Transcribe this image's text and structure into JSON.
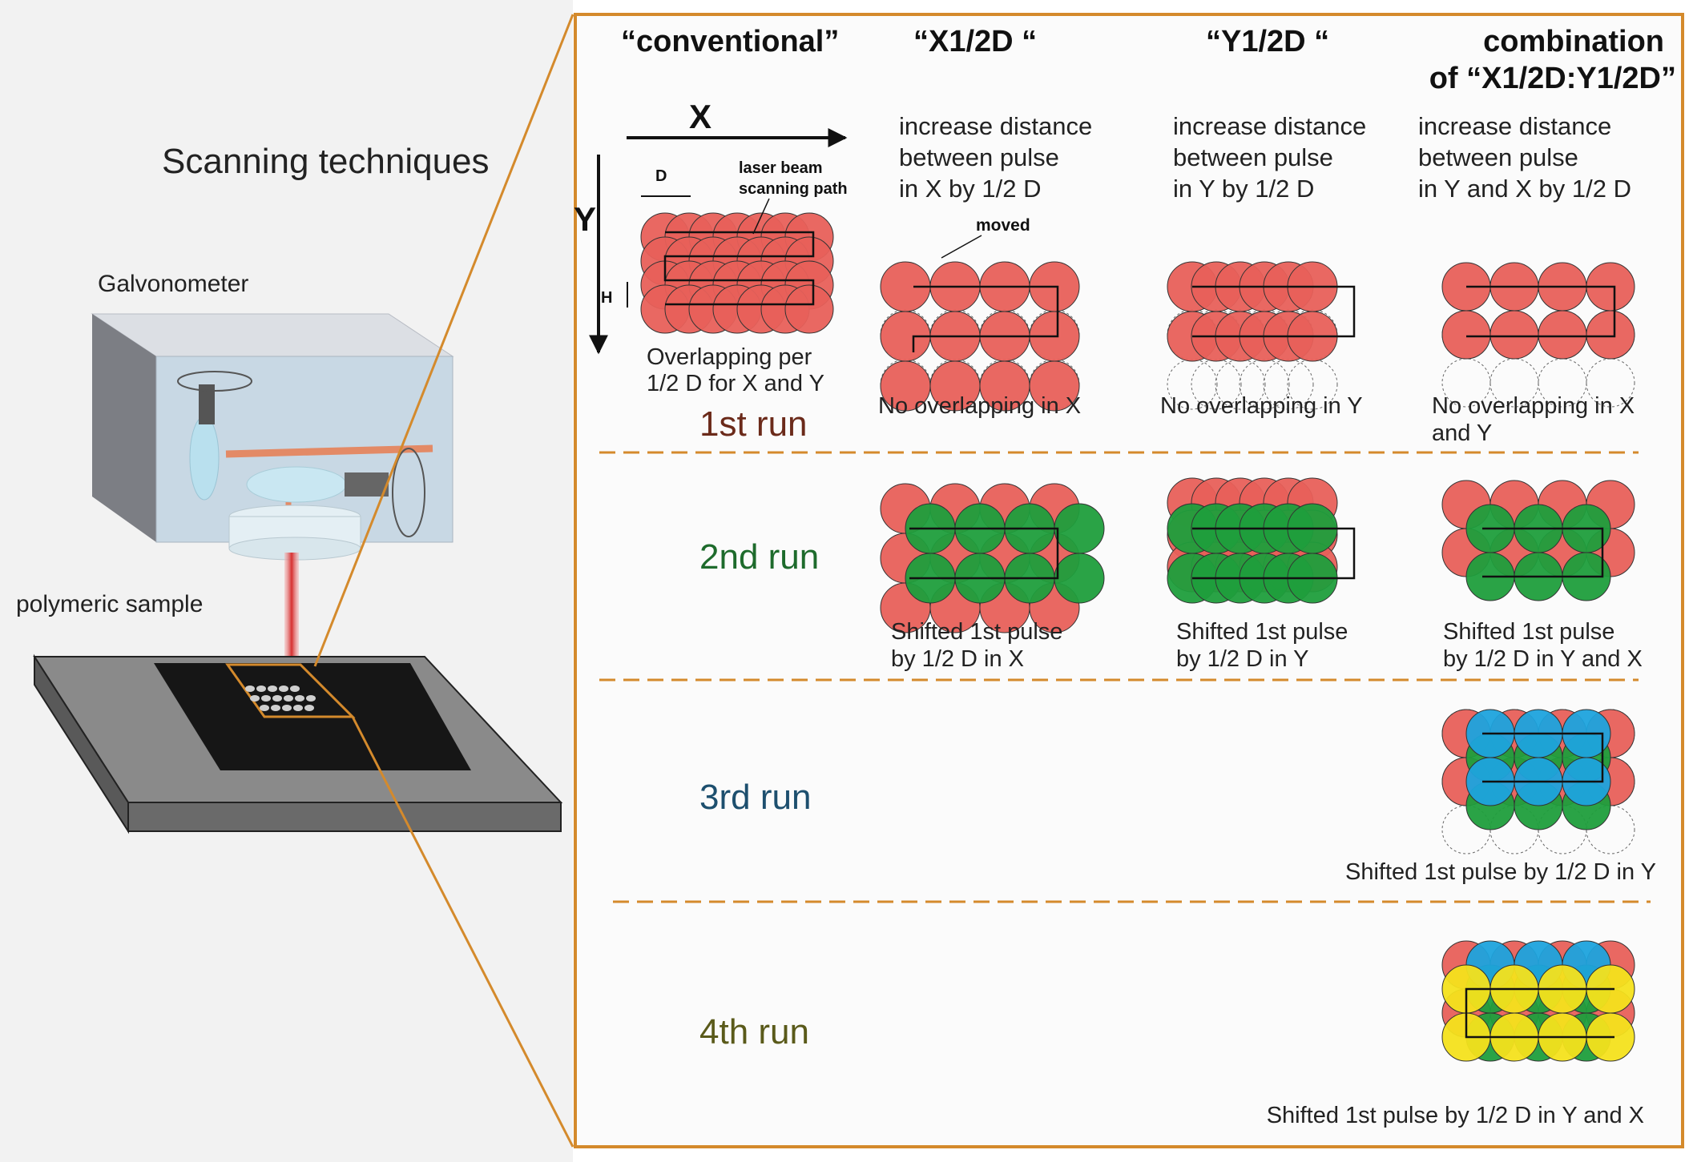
{
  "left": {
    "title": "Scanning techniques",
    "galvo_label": "Galvonometer",
    "sample_label": "polymeric sample"
  },
  "columns": {
    "conventional": "“conventional”",
    "x_half": "“X1/2D “",
    "y_half": "“Y1/2D “",
    "combo_line1": "combination",
    "combo_line2": "of “X1/2D:Y1/2D”"
  },
  "axes": {
    "x": "X",
    "y": "Y"
  },
  "conventional": {
    "d_label": "D",
    "h_label": "H",
    "path_label_1": "laser beam",
    "path_label_2": "scanning path",
    "caption_1": "Overlapping per",
    "caption_2": "1/2 D for X and Y"
  },
  "descriptions": {
    "x_half": [
      "increase distance",
      "between pulse",
      "in X by 1/2 D"
    ],
    "y_half": [
      "increase distance",
      "between pulse",
      "in Y by 1/2 D"
    ],
    "combo": [
      "increase distance",
      "between pulse",
      "in Y and X by 1/2 D"
    ]
  },
  "moved_label": "moved",
  "runs": [
    "1st run",
    "2nd run",
    "3rd run",
    "4th run"
  ],
  "captions": {
    "run1_x": "No overlapping in X",
    "run1_y": "No overlapping in Y",
    "run1_combo_1": "No overlapping in X",
    "run1_combo_2": "and Y",
    "run2_x_1": "Shifted 1st pulse",
    "run2_x_2": "by 1/2 D in X",
    "run2_y_1": "Shifted 1st pulse",
    "run2_y_2": "by 1/2 D in Y",
    "run2_combo_1": "Shifted 1st pulse",
    "run2_combo_2": "by 1/2 D in Y and X",
    "run3_combo": "Shifted 1st pulse by 1/2 D in Y",
    "run4_combo": "Shifted 1st pulse by 1/2 D in Y and X"
  },
  "colors": {
    "red": "#e8605a",
    "green": "#1f9e3c",
    "blue": "#1ea3dd",
    "yellow": "#f4e21c",
    "frame": "#d48a2c",
    "run1": "#6b2a1a",
    "run2": "#1e6b2c",
    "run3": "#1d4f6e",
    "run4": "#5a5a1a"
  }
}
